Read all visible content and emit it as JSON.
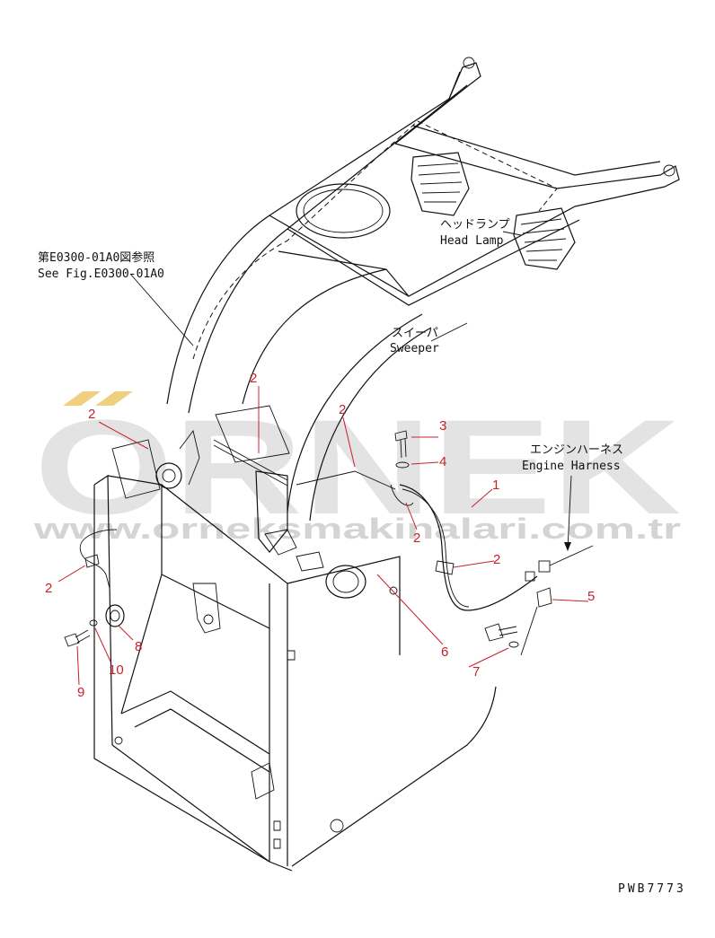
{
  "watermark": {
    "brand": "ORNEK",
    "url": "www.orneksmakinalari.com.tr",
    "colors": {
      "brand": "#d9d9d9",
      "accent": "#f0d080"
    }
  },
  "callouts": {
    "reference_ja": "第E0300-01A0図参照",
    "reference_en": "See Fig.E0300-01A0",
    "headlamp_ja": "ヘッドランプ",
    "headlamp_en": "Head Lamp",
    "sweeper_ja": "スイーパ",
    "sweeper_en": "Sweeper",
    "engine_ja": "エンジンハーネス",
    "engine_en": "Engine Harness"
  },
  "part_numbers": {
    "p1": "1",
    "p2": "2",
    "p3": "3",
    "p4": "4",
    "p5": "5",
    "p6": "6",
    "p7": "7",
    "p8": "8",
    "p9": "9",
    "p10": "10"
  },
  "drawing_code": "PWB7773",
  "colors": {
    "label": "#c8202a",
    "ink": "#111111"
  }
}
